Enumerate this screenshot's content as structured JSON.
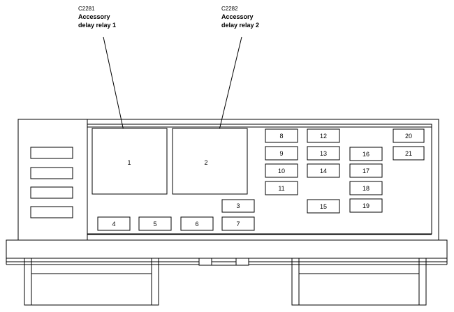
{
  "callouts": [
    {
      "code": "C2281",
      "name_line1": "Accessory",
      "name_line2": "delay relay 1"
    },
    {
      "code": "C2282",
      "name_line1": "Accessory",
      "name_line2": "delay relay 2"
    }
  ],
  "relays": [
    {
      "label": "1"
    },
    {
      "label": "2"
    }
  ],
  "fuses": [
    {
      "label": "3"
    },
    {
      "label": "4"
    },
    {
      "label": "5"
    },
    {
      "label": "6"
    },
    {
      "label": "7"
    },
    {
      "label": "8"
    },
    {
      "label": "9"
    },
    {
      "label": "10"
    },
    {
      "label": "11"
    },
    {
      "label": "12"
    },
    {
      "label": "13"
    },
    {
      "label": "14"
    },
    {
      "label": "15"
    },
    {
      "label": "16"
    },
    {
      "label": "17"
    },
    {
      "label": "18"
    },
    {
      "label": "19"
    },
    {
      "label": "20"
    },
    {
      "label": "21"
    }
  ]
}
